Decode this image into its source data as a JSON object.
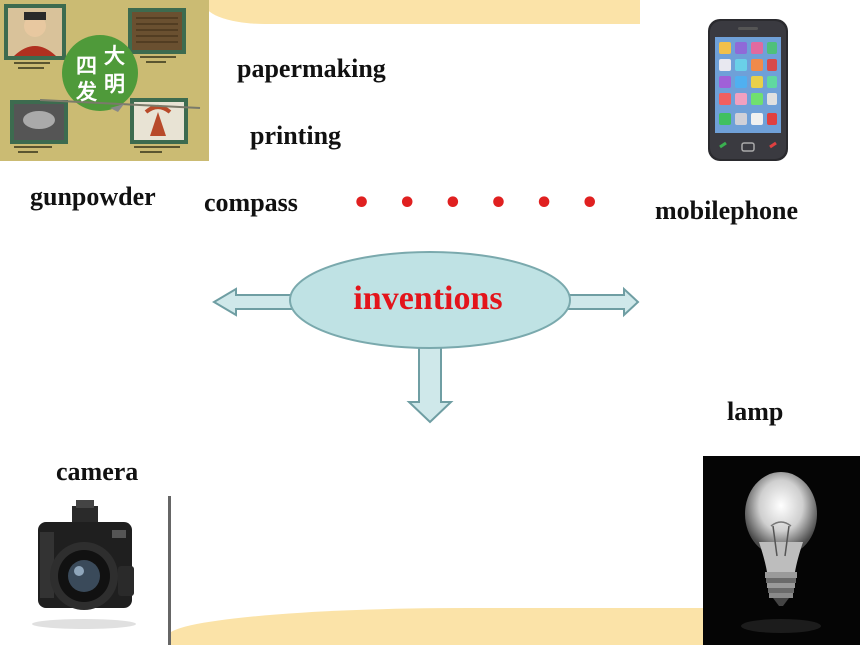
{
  "center": {
    "label": "inventions",
    "color": "#e3141b",
    "fill": "#bfe2e4",
    "stroke": "#7aa9ad"
  },
  "arrow_fill": "#cfe8ea",
  "arrow_stroke": "#6f9ea3",
  "band_color": "#fbe3a8",
  "ellipsis": "• • • • • •",
  "ellipsis_color": "#e02020",
  "labels": {
    "papermaking": "papermaking",
    "printing": "printing",
    "gunpowder": "gunpowder",
    "compass": "compass",
    "mobilephone": "mobilephone",
    "lamp": "lamp",
    "camera": "camera"
  },
  "four_inventions_title": "四大发明",
  "four_inventions_chars": [
    "四",
    "大",
    "发",
    "明"
  ],
  "icons": {
    "four_inventions": "four-great-inventions-poster",
    "phone": "smartphone-image",
    "lamp": "light-bulb-image",
    "camera": "camera-image"
  }
}
